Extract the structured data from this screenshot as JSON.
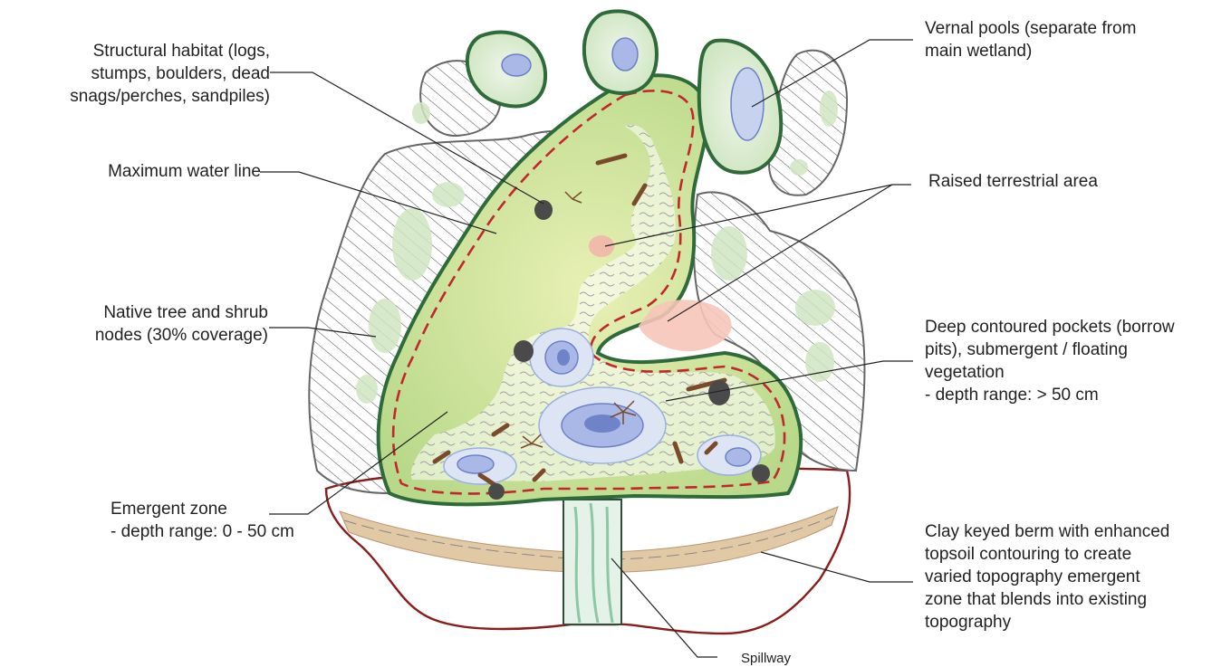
{
  "labels": {
    "structural_habitat": "Structural habitat (logs,\nstumps, boulders, dead\nsnags/perches, sandpiles)",
    "maximum_water_line": "Maximum water line",
    "native_tree_shrub": "Native tree and shrub\nnodes (30% coverage)",
    "emergent_zone": "Emergent zone\n- depth range: 0 - 50 cm",
    "vernal_pools": "Vernal pools (separate from\nmain wetland)",
    "raised_terrestrial": "Raised terrestrial area",
    "deep_pockets": "Deep contoured pockets (borrow\npits), submergent / floating\nvegetation\n- depth range: > 50 cm",
    "clay_berm": "Clay keyed berm with enhanced\ntopsoil contouring to create\nvaried topography emergent\nzone that blends into existing\ntopography",
    "spillway": "Spillway"
  },
  "colors": {
    "emergent_fill": "#dce9a6",
    "emergent_edge": "#7fb36b",
    "outline_green": "#2f6b3a",
    "water_line": "#c0282d",
    "deep_water": "#7b8fcf",
    "berm_outline": "#8a1c1c",
    "terrestrial": "#f3b3a8"
  }
}
